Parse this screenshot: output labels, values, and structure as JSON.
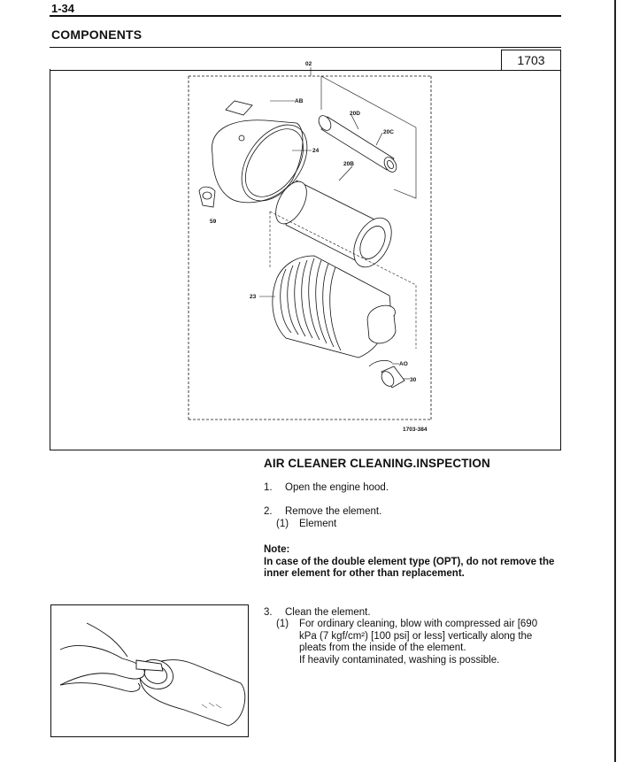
{
  "header": {
    "page_number": "1-34",
    "section_title": "COMPONENTS"
  },
  "figure": {
    "number": "1703",
    "caption_code": "1703-384",
    "callouts": {
      "c02": "02",
      "cAB": "AB",
      "c20D": "20D",
      "c20C": "20C",
      "c24": "24",
      "c20B": "20B",
      "c59": "59",
      "c23": "23",
      "cAO": "AO",
      "c30": "30"
    }
  },
  "procedure": {
    "title": "AIR CLEANER CLEANING.INSPECTION",
    "step1": {
      "num": "1.",
      "text": "Open the engine hood."
    },
    "step2": {
      "num": "2.",
      "text": "Remove the element.",
      "sub1_num": "(1)",
      "sub1_text": "Element"
    },
    "note": {
      "label": "Note:",
      "line1": "In case of the double element type (OPT), do not remove the",
      "line2": "inner element for other than replacement."
    },
    "step3": {
      "num": "3.",
      "text": "Clean the element.",
      "sub1_num": "(1)",
      "line1": "For ordinary cleaning, blow with compressed air [690",
      "line2": "kPa (7 kgf/cm²) [100 psi] or less] vertically along the",
      "line3": "pleats from the inside of the element.",
      "line4": "If heavily contaminated, washing is possible."
    }
  }
}
